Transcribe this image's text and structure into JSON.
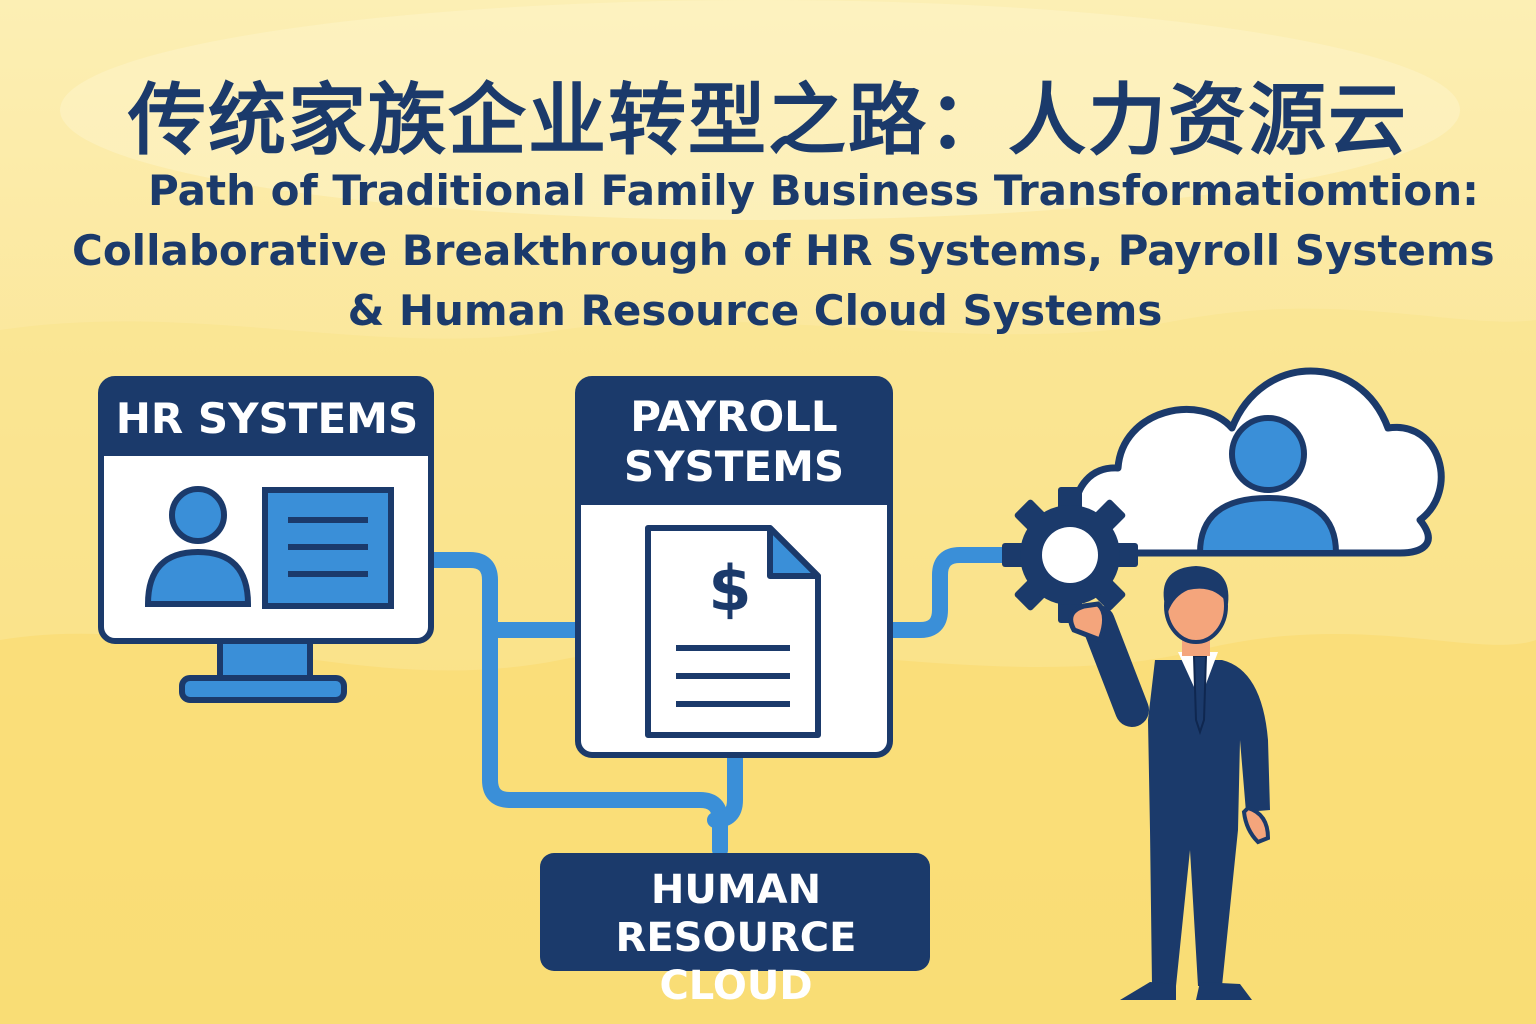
{
  "title_cn": "传统家族企业转型之路：人力资源云",
  "title_en_line1": "Path of Traditional Family Business Transformatiomtion:",
  "title_en_line2": "Collaborative Breakthrough of HR Systems, Payroll Systems",
  "title_en_line3": "& Human Resource Cloud Systems",
  "nodes": {
    "hr_systems": "HR SYSTEMS",
    "payroll_systems": "PAYROLL\nSYSTEMS",
    "human_resource_cloud": "HUMAN RESOURCE\nCLOUD"
  },
  "icons": [
    "user-profile-icon",
    "document-icon",
    "monitor-icon",
    "payroll-document-icon",
    "dollar-icon",
    "gear-icon",
    "cloud-icon",
    "user-icon",
    "businessman-figure"
  ],
  "colors": {
    "navy": "#1b3a6b",
    "blue": "#3a8fd8",
    "background_yellow": "#fbe595",
    "white": "#ffffff"
  }
}
